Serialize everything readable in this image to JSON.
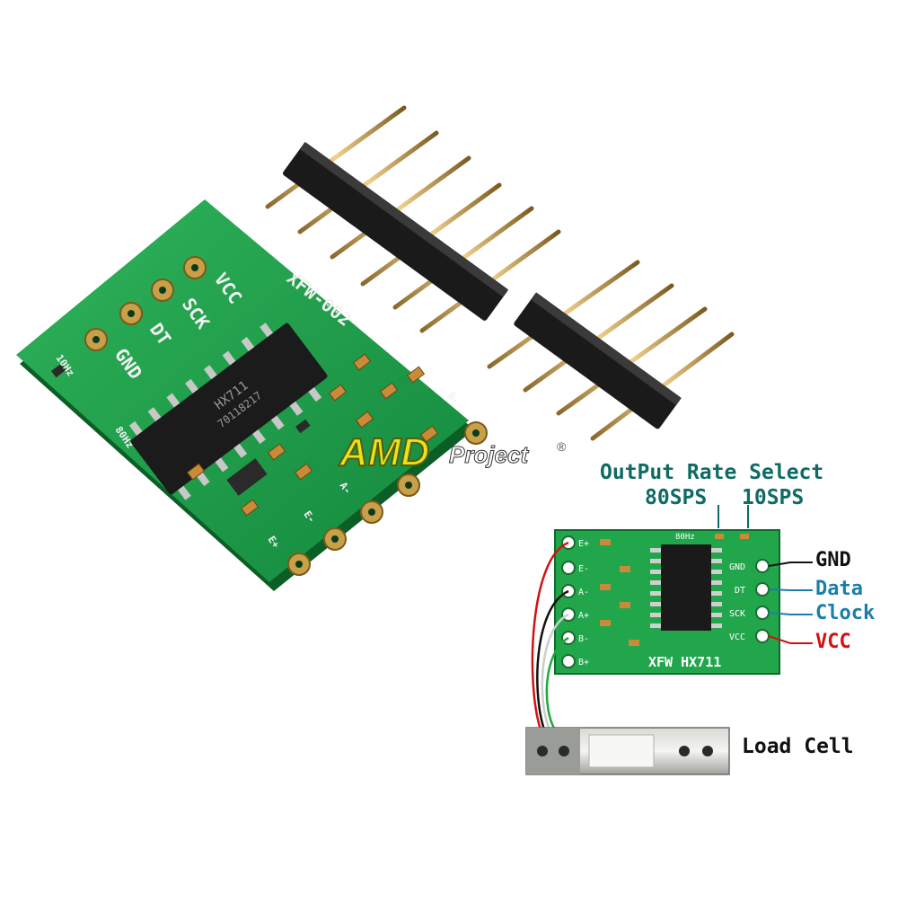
{
  "watermark": {
    "brand": "AMD",
    "suffix": "Project",
    "reg": "®"
  },
  "board_large": {
    "silkscreen": {
      "vcc": "VCC",
      "sck": "SCK",
      "dt": "DT",
      "gnd": "GND",
      "model": "XFW-002",
      "rate": "10Hz",
      "rate2": "80Hz",
      "e_minus": "E-",
      "a_minus": "A-",
      "b_plus": "B+",
      "e_plus": "E+"
    },
    "chip": {
      "name": "HX711",
      "code": "70118217"
    }
  },
  "diagram": {
    "title": "OutPut Rate Select",
    "rate_left": "80SPS",
    "rate_right": "10SPS",
    "pins": {
      "gnd": "GND",
      "data": "Data",
      "clock": "Clock",
      "vcc": "VCC"
    },
    "board_label": "XFW HX711",
    "board_pins_left": [
      "E+",
      "E-",
      "A-",
      "A+",
      "B-",
      "B+"
    ],
    "board_pins_right": [
      "GND",
      "DT",
      "SCK",
      "VCC"
    ],
    "board_rate": "80Hz",
    "load_cell": "Load Cell",
    "colors": {
      "title": "#0f6b63",
      "pin_label": "#1a7fa8",
      "vcc": "#d41111",
      "gnd": "#111111"
    }
  }
}
